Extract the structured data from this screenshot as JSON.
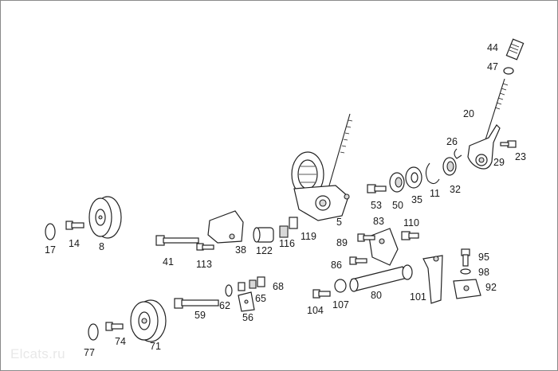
{
  "watermark": "Elcats.ru",
  "parts": [
    {
      "id": "p44",
      "label": "44"
    },
    {
      "id": "p47",
      "label": "47"
    },
    {
      "id": "p20",
      "label": "20"
    },
    {
      "id": "p26",
      "label": "26"
    },
    {
      "id": "p23",
      "label": "23"
    },
    {
      "id": "p29",
      "label": "29"
    },
    {
      "id": "p32",
      "label": "32"
    },
    {
      "id": "p11",
      "label": "11"
    },
    {
      "id": "p35",
      "label": "35"
    },
    {
      "id": "p50",
      "label": "50"
    },
    {
      "id": "p53",
      "label": "53"
    },
    {
      "id": "p5",
      "label": "5"
    },
    {
      "id": "p17",
      "label": "17"
    },
    {
      "id": "p14",
      "label": "14"
    },
    {
      "id": "p8",
      "label": "8"
    },
    {
      "id": "p41",
      "label": "41"
    },
    {
      "id": "p113",
      "label": "113"
    },
    {
      "id": "p38",
      "label": "38"
    },
    {
      "id": "p122",
      "label": "122"
    },
    {
      "id": "p116",
      "label": "116"
    },
    {
      "id": "p119",
      "label": "119"
    },
    {
      "id": "p83",
      "label": "83"
    },
    {
      "id": "p110",
      "label": "110"
    },
    {
      "id": "p89",
      "label": "89"
    },
    {
      "id": "p86",
      "label": "86"
    },
    {
      "id": "p95",
      "label": "95"
    },
    {
      "id": "p98",
      "label": "98"
    },
    {
      "id": "p92",
      "label": "92"
    },
    {
      "id": "p101",
      "label": "101"
    },
    {
      "id": "p80",
      "label": "80"
    },
    {
      "id": "p107",
      "label": "107"
    },
    {
      "id": "p104",
      "label": "104"
    },
    {
      "id": "p68",
      "label": "68"
    },
    {
      "id": "p65",
      "label": "65"
    },
    {
      "id": "p62",
      "label": "62"
    },
    {
      "id": "p56",
      "label": "56"
    },
    {
      "id": "p59",
      "label": "59"
    },
    {
      "id": "p71",
      "label": "71"
    },
    {
      "id": "p74",
      "label": "74"
    },
    {
      "id": "p77",
      "label": "77"
    }
  ]
}
